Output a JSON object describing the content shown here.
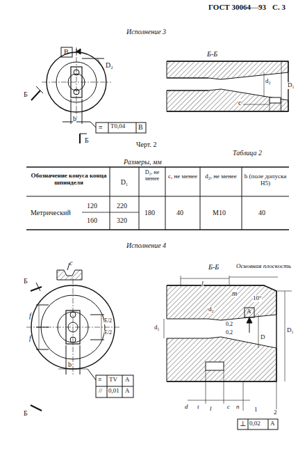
{
  "diagram": {
    "labels": [
      "ГОСТ 30064—93",
      "С. 3",
      "Исполнение 3",
      "В",
      "Б",
      "D₂",
      "b",
      "≡",
      "Т0,04",
      "В",
      "Б",
      "Б-Б",
      "D₁",
      "d₂",
      "с",
      "Черт. 2",
      "Таблица 2",
      "Размеры, мм",
      "Обозначение конуса конца шпинделя",
      "D₁",
      "D₂, не менее",
      "с, не менее",
      "d₂, не менее",
      "b (поле допуска H5)",
      "Метрический",
      "120",
      "220",
      "160",
      "320",
      "180",
      "40",
      "M10",
      "40",
      "Исполнение 4",
      "Б",
      "Б",
      "f",
      "f",
      "E/2",
      "E/2",
      "b",
      "≡",
      "TV",
      "А",
      "//",
      "0,01",
      "А",
      "с",
      "Б-Б",
      "l",
      "m",
      "Основная плоскость",
      "10°",
      "А",
      "0,2",
      "0,2",
      "D₁",
      "D",
      "d₁",
      "d₂",
      "d",
      "t",
      "l",
      "c",
      "n",
      "1",
      "2",
      "⊥",
      "0,02",
      "А"
    ]
  }
}
